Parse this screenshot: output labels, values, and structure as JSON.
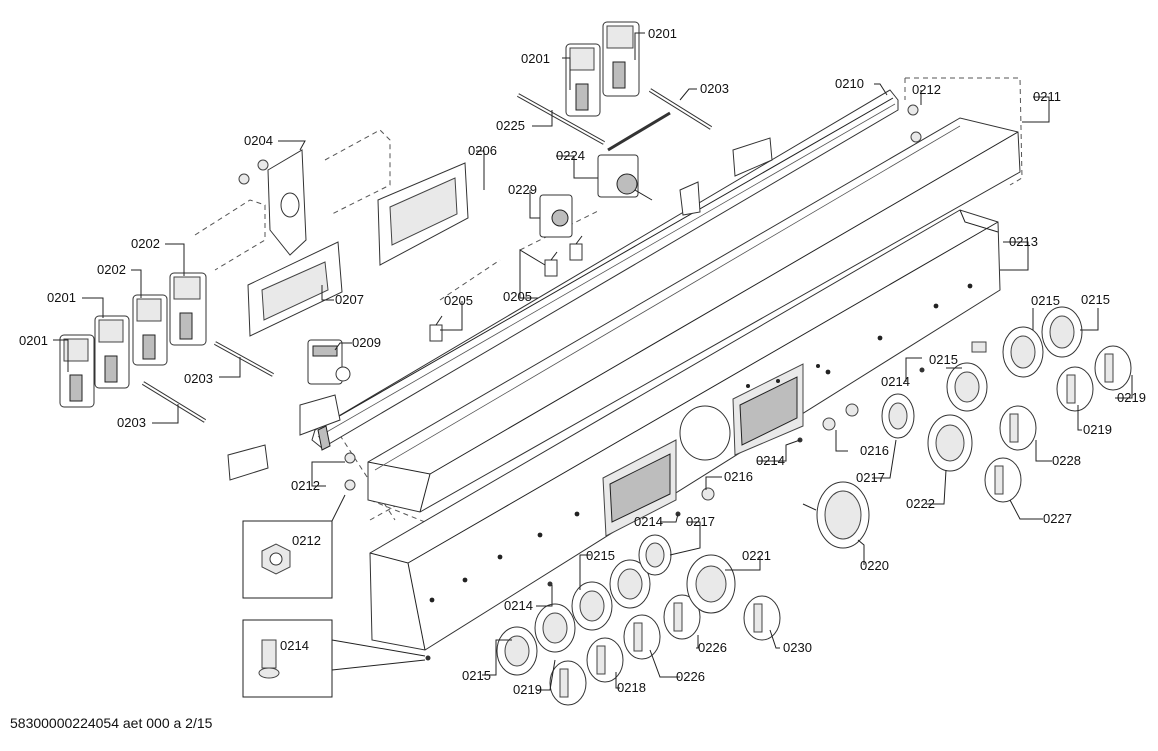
{
  "diagram": {
    "labels": {
      "l0201_a": "0201",
      "l0201_b": "0201",
      "l0201_c": "0201",
      "l0201_d": "0201",
      "l0202_a": "0202",
      "l0202_b": "0202",
      "l0203_a": "0203",
      "l0203_b": "0203",
      "l0203_c": "0203",
      "l0204": "0204",
      "l0205_a": "0205",
      "l0205_b": "0205",
      "l0206": "0206",
      "l0207": "0207",
      "l0209": "0209",
      "l0210": "0210",
      "l0211": "0211",
      "l0212_a": "0212",
      "l0212_b": "0212",
      "l0212_c": "0212",
      "l0213": "0213",
      "l0214_a": "0214",
      "l0214_b": "0214",
      "l0214_c": "0214",
      "l0214_d": "0214",
      "l0214_e": "0214",
      "l0215_a": "0215",
      "l0215_b": "0215",
      "l0215_c": "0215",
      "l0215_d": "0215",
      "l0215_e": "0215",
      "l0216_a": "0216",
      "l0216_b": "0216",
      "l0217_a": "0217",
      "l0217_b": "0217",
      "l0218": "0218",
      "l0219_a": "0219",
      "l0219_b": "0219",
      "l0219_c": "0219",
      "l0220": "0220",
      "l0221": "0221",
      "l0222": "0222",
      "l0224": "0224",
      "l0225": "0225",
      "l0226_a": "0226",
      "l0226_b": "0226",
      "l0227": "0227",
      "l0228": "0228",
      "l0229": "0229",
      "l0230": "0230"
    },
    "footer": "58300000224054 aet 000 a 2/15"
  }
}
